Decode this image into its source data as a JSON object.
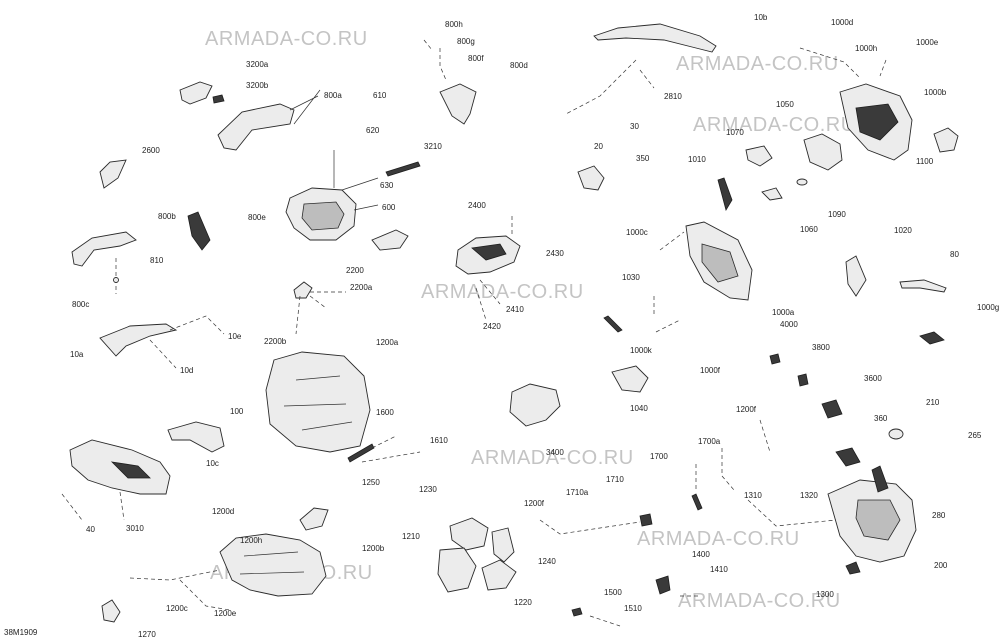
{
  "watermark": "ARMADA-CO.RU",
  "figure_code": "38M1909",
  "callouts": [
    "3200a",
    "3200b",
    "800a",
    "610",
    "620",
    "3210",
    "630",
    "600",
    "2600",
    "800b",
    "800e",
    "810",
    "800c",
    "2200",
    "2200a",
    "2200b",
    "10e",
    "10a",
    "10d",
    "800h",
    "800g",
    "800f",
    "800d",
    "2400",
    "2430",
    "2410",
    "2420",
    "10b",
    "2810",
    "30",
    "20",
    "350",
    "1000d",
    "1000h",
    "1000e",
    "1000b",
    "1050",
    "1070",
    "1010",
    "1060",
    "1090",
    "1100",
    "1000c",
    "1030",
    "1000a",
    "1020",
    "80",
    "1000k",
    "1000f",
    "4000",
    "1000g",
    "3800",
    "3600",
    "1040",
    "1200a",
    "100",
    "1600",
    "1610",
    "10c",
    "40",
    "3010",
    "3400",
    "1200f",
    "1700a",
    "1700",
    "210",
    "360",
    "265",
    "1250",
    "1200d",
    "1200h",
    "1200b",
    "1200c",
    "1200e",
    "1270",
    "1230",
    "1210",
    "1200f",
    "1240",
    "1220",
    "1710a",
    "1710",
    "1310",
    "1320",
    "280",
    "200",
    "1400",
    "1410",
    "1500",
    "1510",
    "1300"
  ]
}
